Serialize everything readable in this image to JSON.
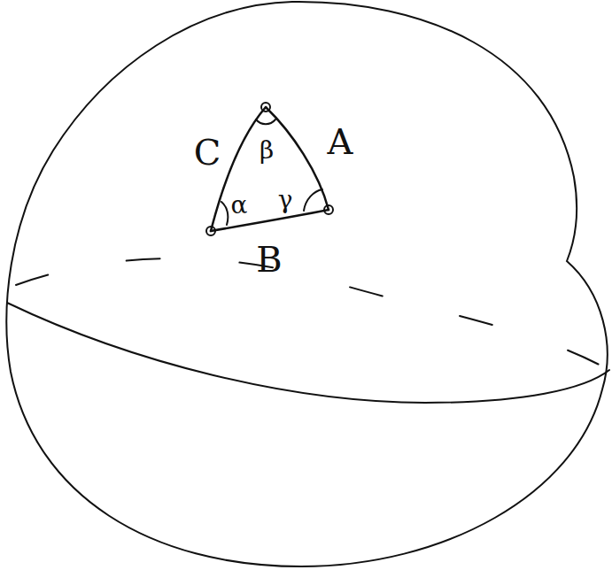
{
  "diagram": {
    "labels": [
      "C",
      "β",
      "A",
      "α",
      "γ",
      "B"
    ]
  }
}
